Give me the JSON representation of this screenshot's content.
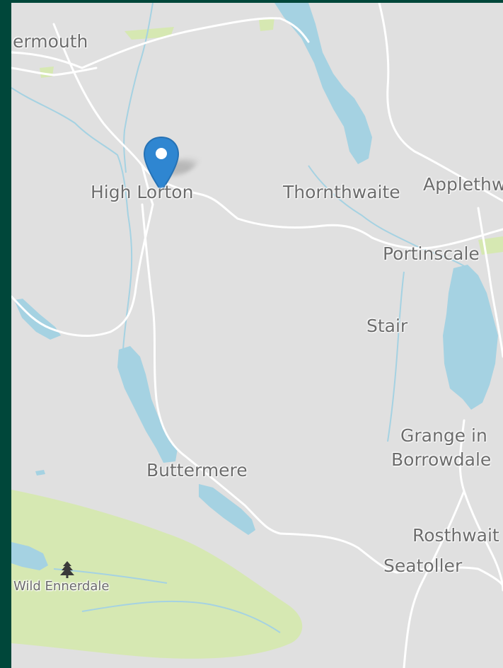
{
  "map": {
    "place_labels": [
      {
        "id": "cockermouth",
        "text": "ermouth"
      },
      {
        "id": "high-lorton",
        "text": "High Lorton"
      },
      {
        "id": "thornthwaite",
        "text": "Thornthwaite"
      },
      {
        "id": "applethwaite",
        "text": "Applethw"
      },
      {
        "id": "portinscale",
        "text": "Portinscale"
      },
      {
        "id": "stair",
        "text": "Stair"
      },
      {
        "id": "grange-line1",
        "text": "Grange in"
      },
      {
        "id": "grange-line2",
        "text": "Borrowdale"
      },
      {
        "id": "buttermere",
        "text": "Buttermere"
      },
      {
        "id": "rosthwaite",
        "text": "Rosthwait"
      },
      {
        "id": "seatoller",
        "text": "Seatoller"
      },
      {
        "id": "wild-ennerdale",
        "text": "Wild Ennerdale"
      }
    ],
    "marker": {
      "icon": "map-pin-icon",
      "color": "#2f86d1"
    },
    "forest_icon": "tree-icon",
    "colors": {
      "land": "#e0e0e0",
      "water": "#a5d2e2",
      "park": "#d6e8b2",
      "road": "#ffffff",
      "frame": "#00473a"
    }
  }
}
